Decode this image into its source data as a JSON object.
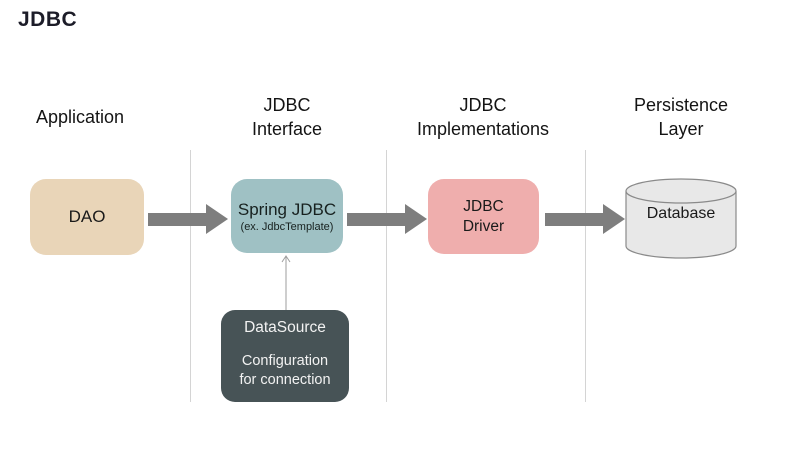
{
  "title": "JDBC",
  "columns": [
    {
      "line1": "Application",
      "line2": ""
    },
    {
      "line1": "JDBC",
      "line2": "Interface"
    },
    {
      "line1": "JDBC",
      "line2": "Implementations"
    },
    {
      "line1": "Persistence",
      "line2": "Layer"
    }
  ],
  "boxes": {
    "dao": {
      "label": "DAO",
      "color": "#e9d5b8"
    },
    "spring_jdbc": {
      "label": "Spring JDBC",
      "sublabel": "(ex. JdbcTemplate)",
      "color": "#9fc1c4"
    },
    "jdbc_driver": {
      "line1": "JDBC",
      "line2": "Driver",
      "color": "#efaead"
    },
    "database": {
      "label": "Database",
      "fill": "#e8e8e8",
      "stroke": "#8a8a8a"
    },
    "datasource": {
      "title": "DataSource",
      "line1": "Configuration",
      "line2": "for connection",
      "color": "#475356"
    }
  },
  "colors": {
    "title_text": "#1c1c28",
    "header_text": "#141414",
    "thick_arrow": "#7e7e7e",
    "thin_arrow": "#9e9e9e",
    "divider": "#d4d4d4",
    "background": "#ffffff"
  }
}
